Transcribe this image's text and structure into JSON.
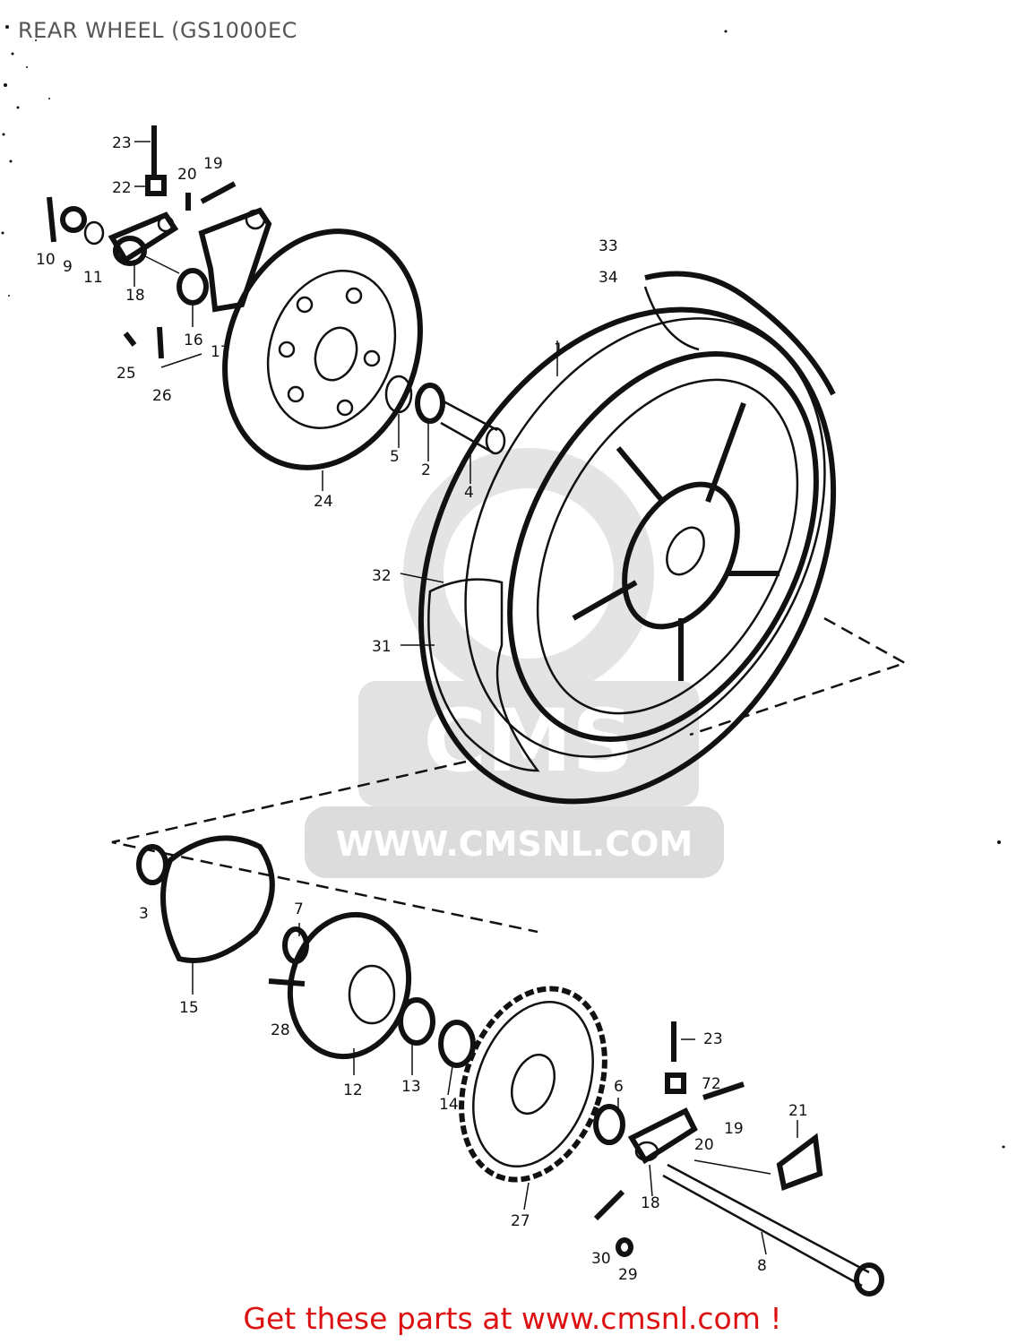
{
  "title": "REAR WHEEL (GS1000EC",
  "footer": "Get these parts at www.cmsnl.com !",
  "watermark": {
    "text": "WWW.CMSNL.COM",
    "logo_text": "CMS",
    "color": "#d9d9d9"
  },
  "colors": {
    "line": "#111111",
    "footer": "#dd1111",
    "title": "#555555"
  },
  "parts": [
    {
      "label": "23",
      "name": "cotter-pin-top"
    },
    {
      "label": "22",
      "name": "nut-top"
    },
    {
      "label": "20",
      "name": "washer-top"
    },
    {
      "label": "19",
      "name": "bolt-top"
    },
    {
      "label": "10",
      "name": "adjuster-bolt"
    },
    {
      "label": "9",
      "name": "adjuster-nut"
    },
    {
      "label": "11",
      "name": "adjuster-washer"
    },
    {
      "label": "18",
      "name": "chain-adjuster-left"
    },
    {
      "label": "16",
      "name": "spacer-caliper"
    },
    {
      "label": "17",
      "name": "caliper-bracket"
    },
    {
      "label": "25",
      "name": "bleeder-screw"
    },
    {
      "label": "26",
      "name": "caliper-pin"
    },
    {
      "label": "24",
      "name": "brake-disc"
    },
    {
      "label": "5",
      "name": "oil-seal-left"
    },
    {
      "label": "2",
      "name": "bearing-left"
    },
    {
      "label": "4",
      "name": "spacer-axle"
    },
    {
      "label": "33",
      "name": "air-valve"
    },
    {
      "label": "34",
      "name": "valve-cap"
    },
    {
      "label": "1",
      "name": "wheel-rim"
    },
    {
      "label": "32",
      "name": "tube"
    },
    {
      "label": "31",
      "name": "tire"
    },
    {
      "label": "3",
      "name": "bearing-hub"
    },
    {
      "label": "15",
      "name": "cush-drive-damper"
    },
    {
      "label": "7",
      "name": "spacer-sprocket"
    },
    {
      "label": "28",
      "name": "stud-bolt"
    },
    {
      "label": "12",
      "name": "sprocket-drum"
    },
    {
      "label": "13",
      "name": "bearing-drum"
    },
    {
      "label": "14",
      "name": "oil-seal-drum"
    },
    {
      "label": "23",
      "name": "cotter-pin-bottom"
    },
    {
      "label": "72",
      "name": "nut-bottom"
    },
    {
      "label": "19",
      "name": "bolt-bottom"
    },
    {
      "label": "21",
      "name": "axle-nut"
    },
    {
      "label": "6",
      "name": "spacer-right"
    },
    {
      "label": "20",
      "name": "washer-bottom"
    },
    {
      "label": "18",
      "name": "chain-adjuster-right"
    },
    {
      "label": "27",
      "name": "rear-sprocket"
    },
    {
      "label": "8",
      "name": "rear-axle"
    },
    {
      "label": "30",
      "name": "sprocket-bolt"
    },
    {
      "label": "29",
      "name": "sprocket-nut"
    }
  ]
}
